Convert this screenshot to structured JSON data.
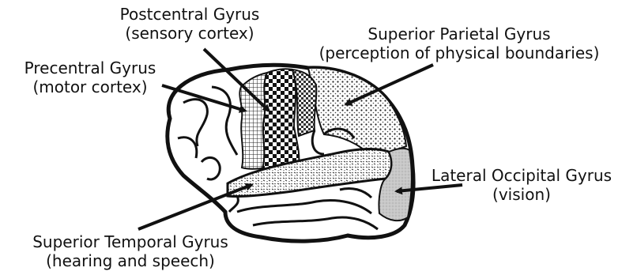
{
  "labels": {
    "postcentral": {
      "name": "Postcentral Gyrus",
      "detail": "(sensory cortex)"
    },
    "precentral": {
      "name": "Precentral Gyrus",
      "detail": "(motor cortex)"
    },
    "superior_parietal": {
      "name": "Superior Parietal Gyrus",
      "detail": "(perception of physical boundaries)"
    },
    "lateral_occipital": {
      "name": "Lateral Occipital Gyrus",
      "detail": "(vision)"
    },
    "superior_temporal": {
      "name": "Superior Temporal Gyrus",
      "detail": "(hearing and speech)"
    }
  },
  "colors": {
    "ink": "#111111",
    "background": "#ffffff",
    "occipital_fill": "#c8c8c8"
  }
}
